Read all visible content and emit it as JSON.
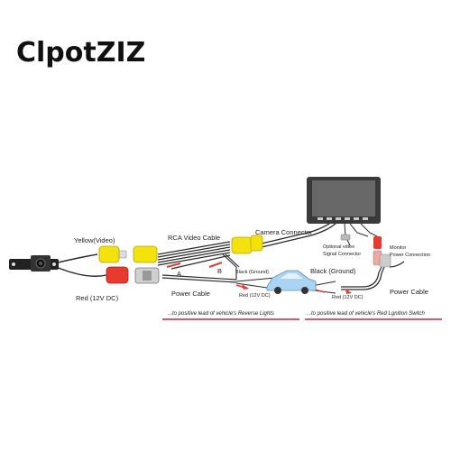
{
  "brand": {
    "name": "ClpotZIZ"
  },
  "labels": {
    "yellow_video": "Yellow(Video)",
    "red_12v_dc": "Red (12V DC)",
    "rca_video_cable": "RCA Video Cable",
    "camera_connector": "Camera Connector",
    "power_cable_left": "Power Cable",
    "power_cable_right": "Power Cable",
    "marker_a": "A",
    "marker_b": "B",
    "black_ground_left": "Black (Ground)",
    "black_ground_right": "Black (Ground)",
    "red_12v_left": "Red (12V DC)",
    "red_12v_right": "Red (12V DC)",
    "optional_video_line1": "Optional video",
    "optional_video_line2": "Signal Connector",
    "monitor_line1": "Monitor",
    "monitor_line2": "Power Connection",
    "reverse_lights_note": "...to positive lead of vehicle's Reverse Lights",
    "ignition_note": "...to positive lead of vehicle's Red Lgnition Switch"
  },
  "colors": {
    "yellow": "#f4e20c",
    "red": "#e63b2e",
    "gray": "#8a8a8a",
    "wire": "#2a2a2a",
    "underline": "#d8203a",
    "car": "#a9d4f2"
  }
}
